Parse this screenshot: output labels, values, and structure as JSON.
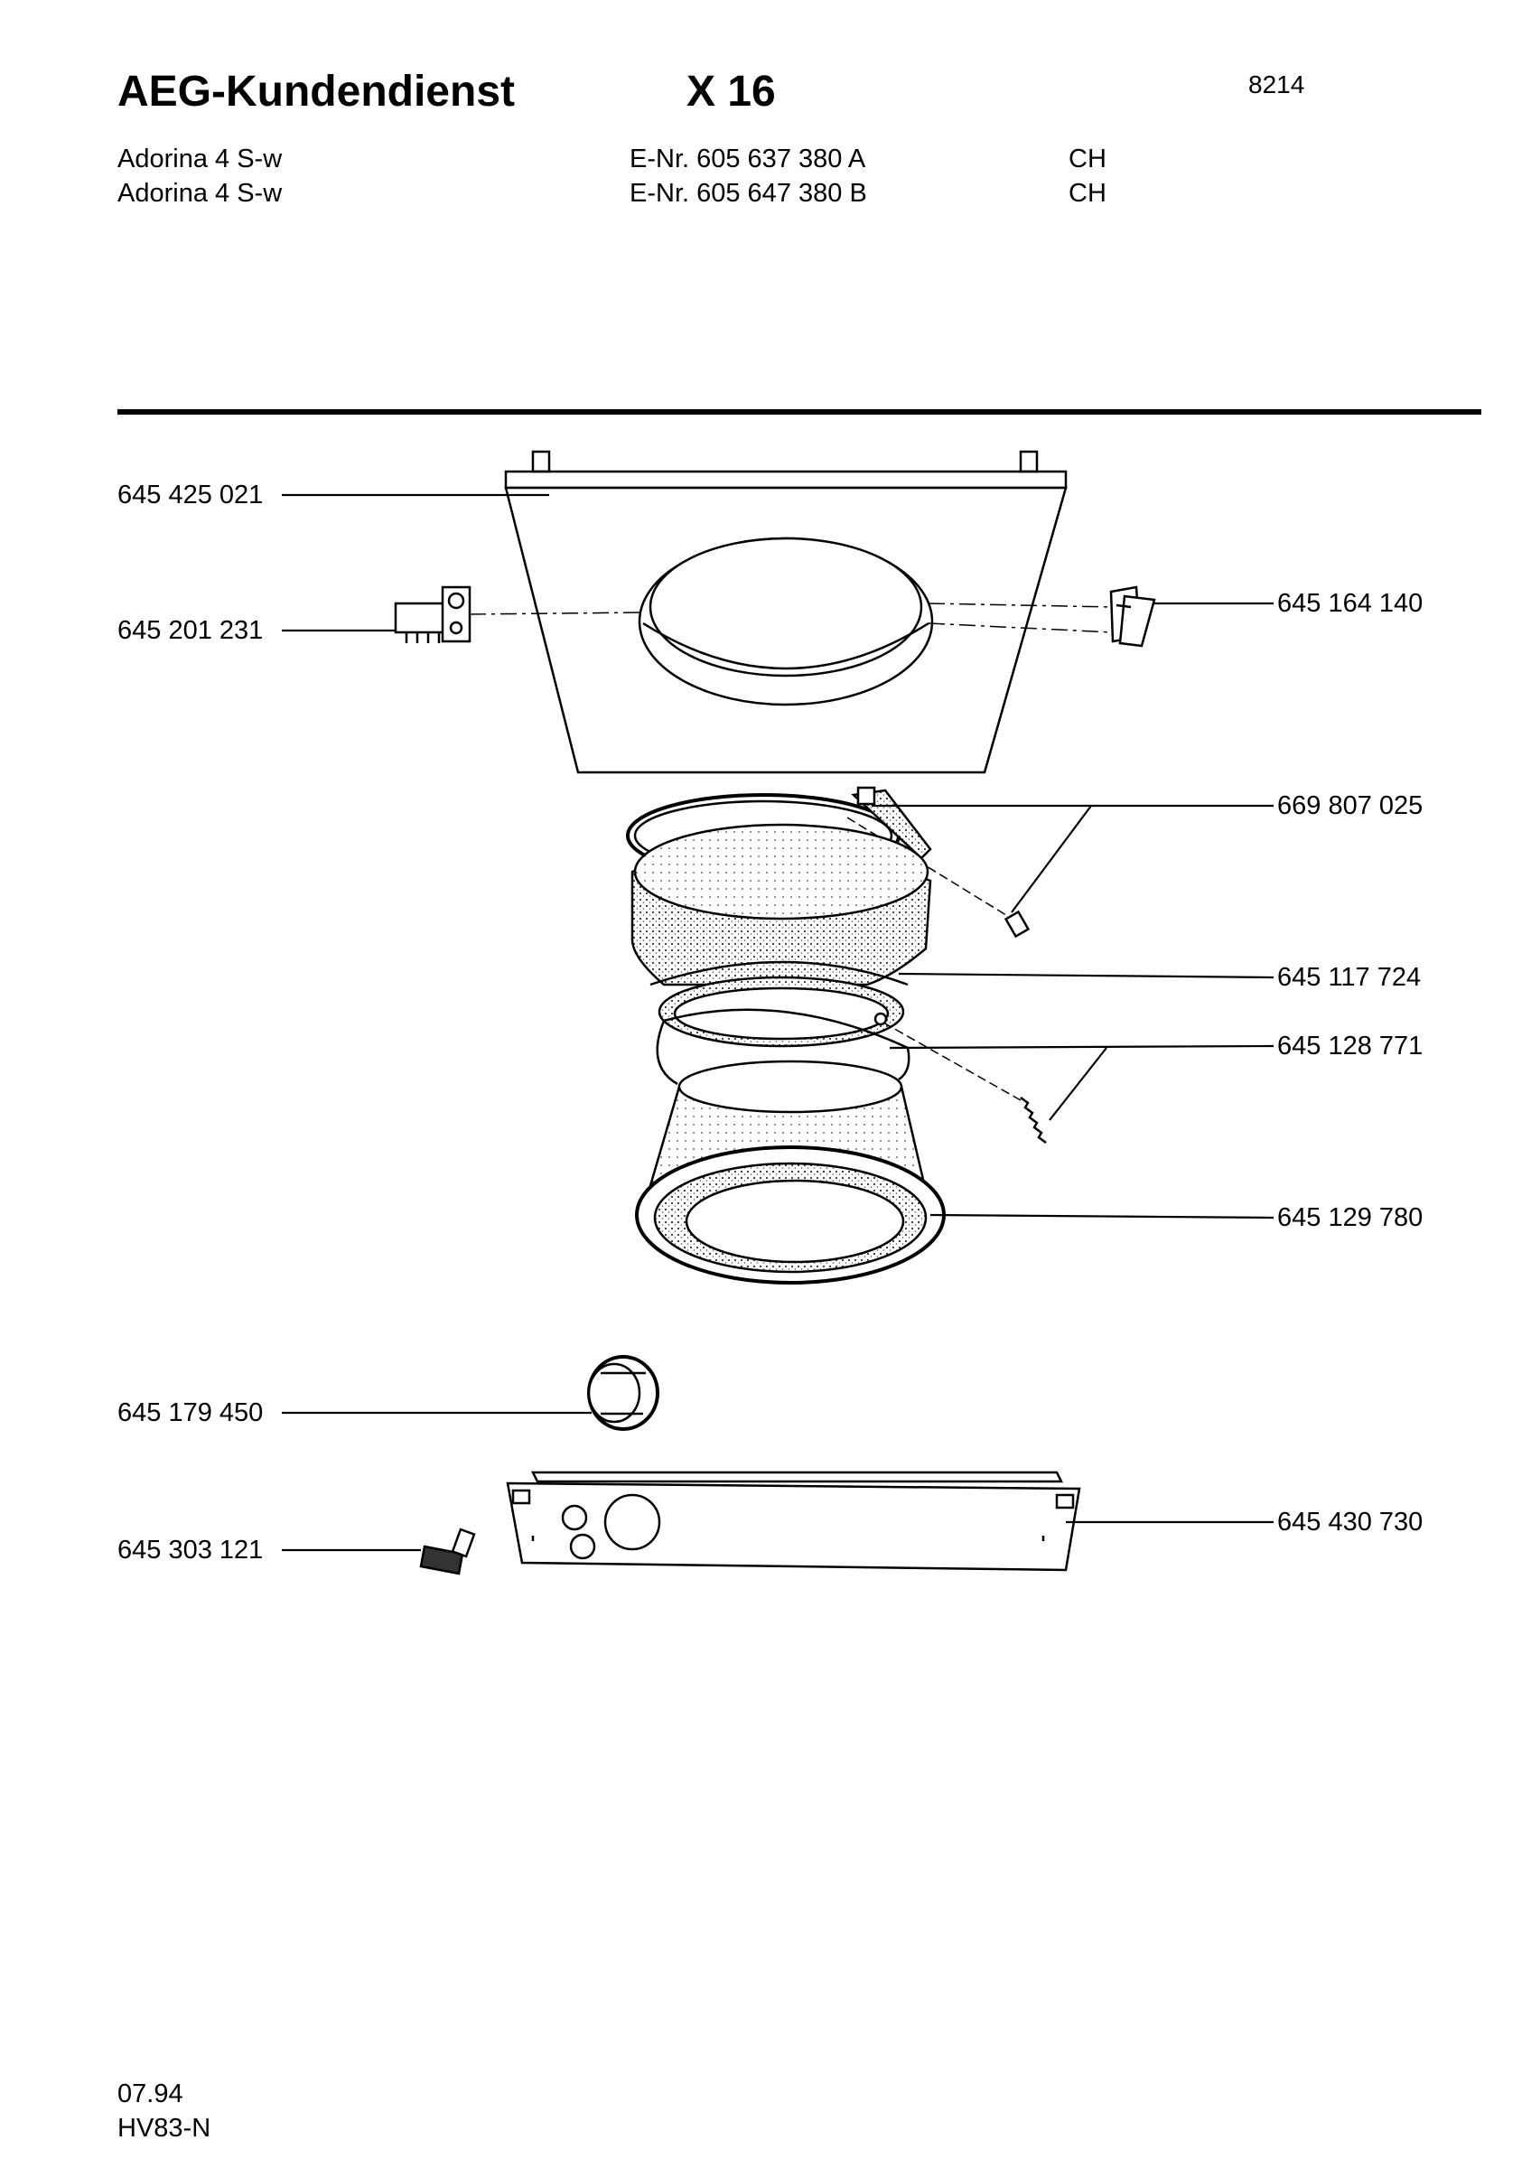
{
  "header": {
    "brand": "AEG-Kundendienst",
    "model": "X 16",
    "doc_number": "8214"
  },
  "variants": [
    {
      "name": "Adorina 4 S-w",
      "enr": "E-Nr. 605 637 380 A",
      "country": "CH"
    },
    {
      "name": "Adorina 4 S-w",
      "enr": "E-Nr. 605 647 380 B",
      "country": "CH"
    }
  ],
  "parts": {
    "front_panel": "645 425 021",
    "door_hinge": "645 201 231",
    "door_lock": "645 164 140",
    "clamp_ring_screw": "669 807 025",
    "door_seal": "645 117 724",
    "tension_spring": "645 128 771",
    "drum_sleeve": "645 129 780",
    "pump_cap": "645 179 450",
    "knob": "645 303 121",
    "plinth": "645 430 730"
  },
  "footer": {
    "date": "07.94",
    "code": "HV83-N"
  }
}
